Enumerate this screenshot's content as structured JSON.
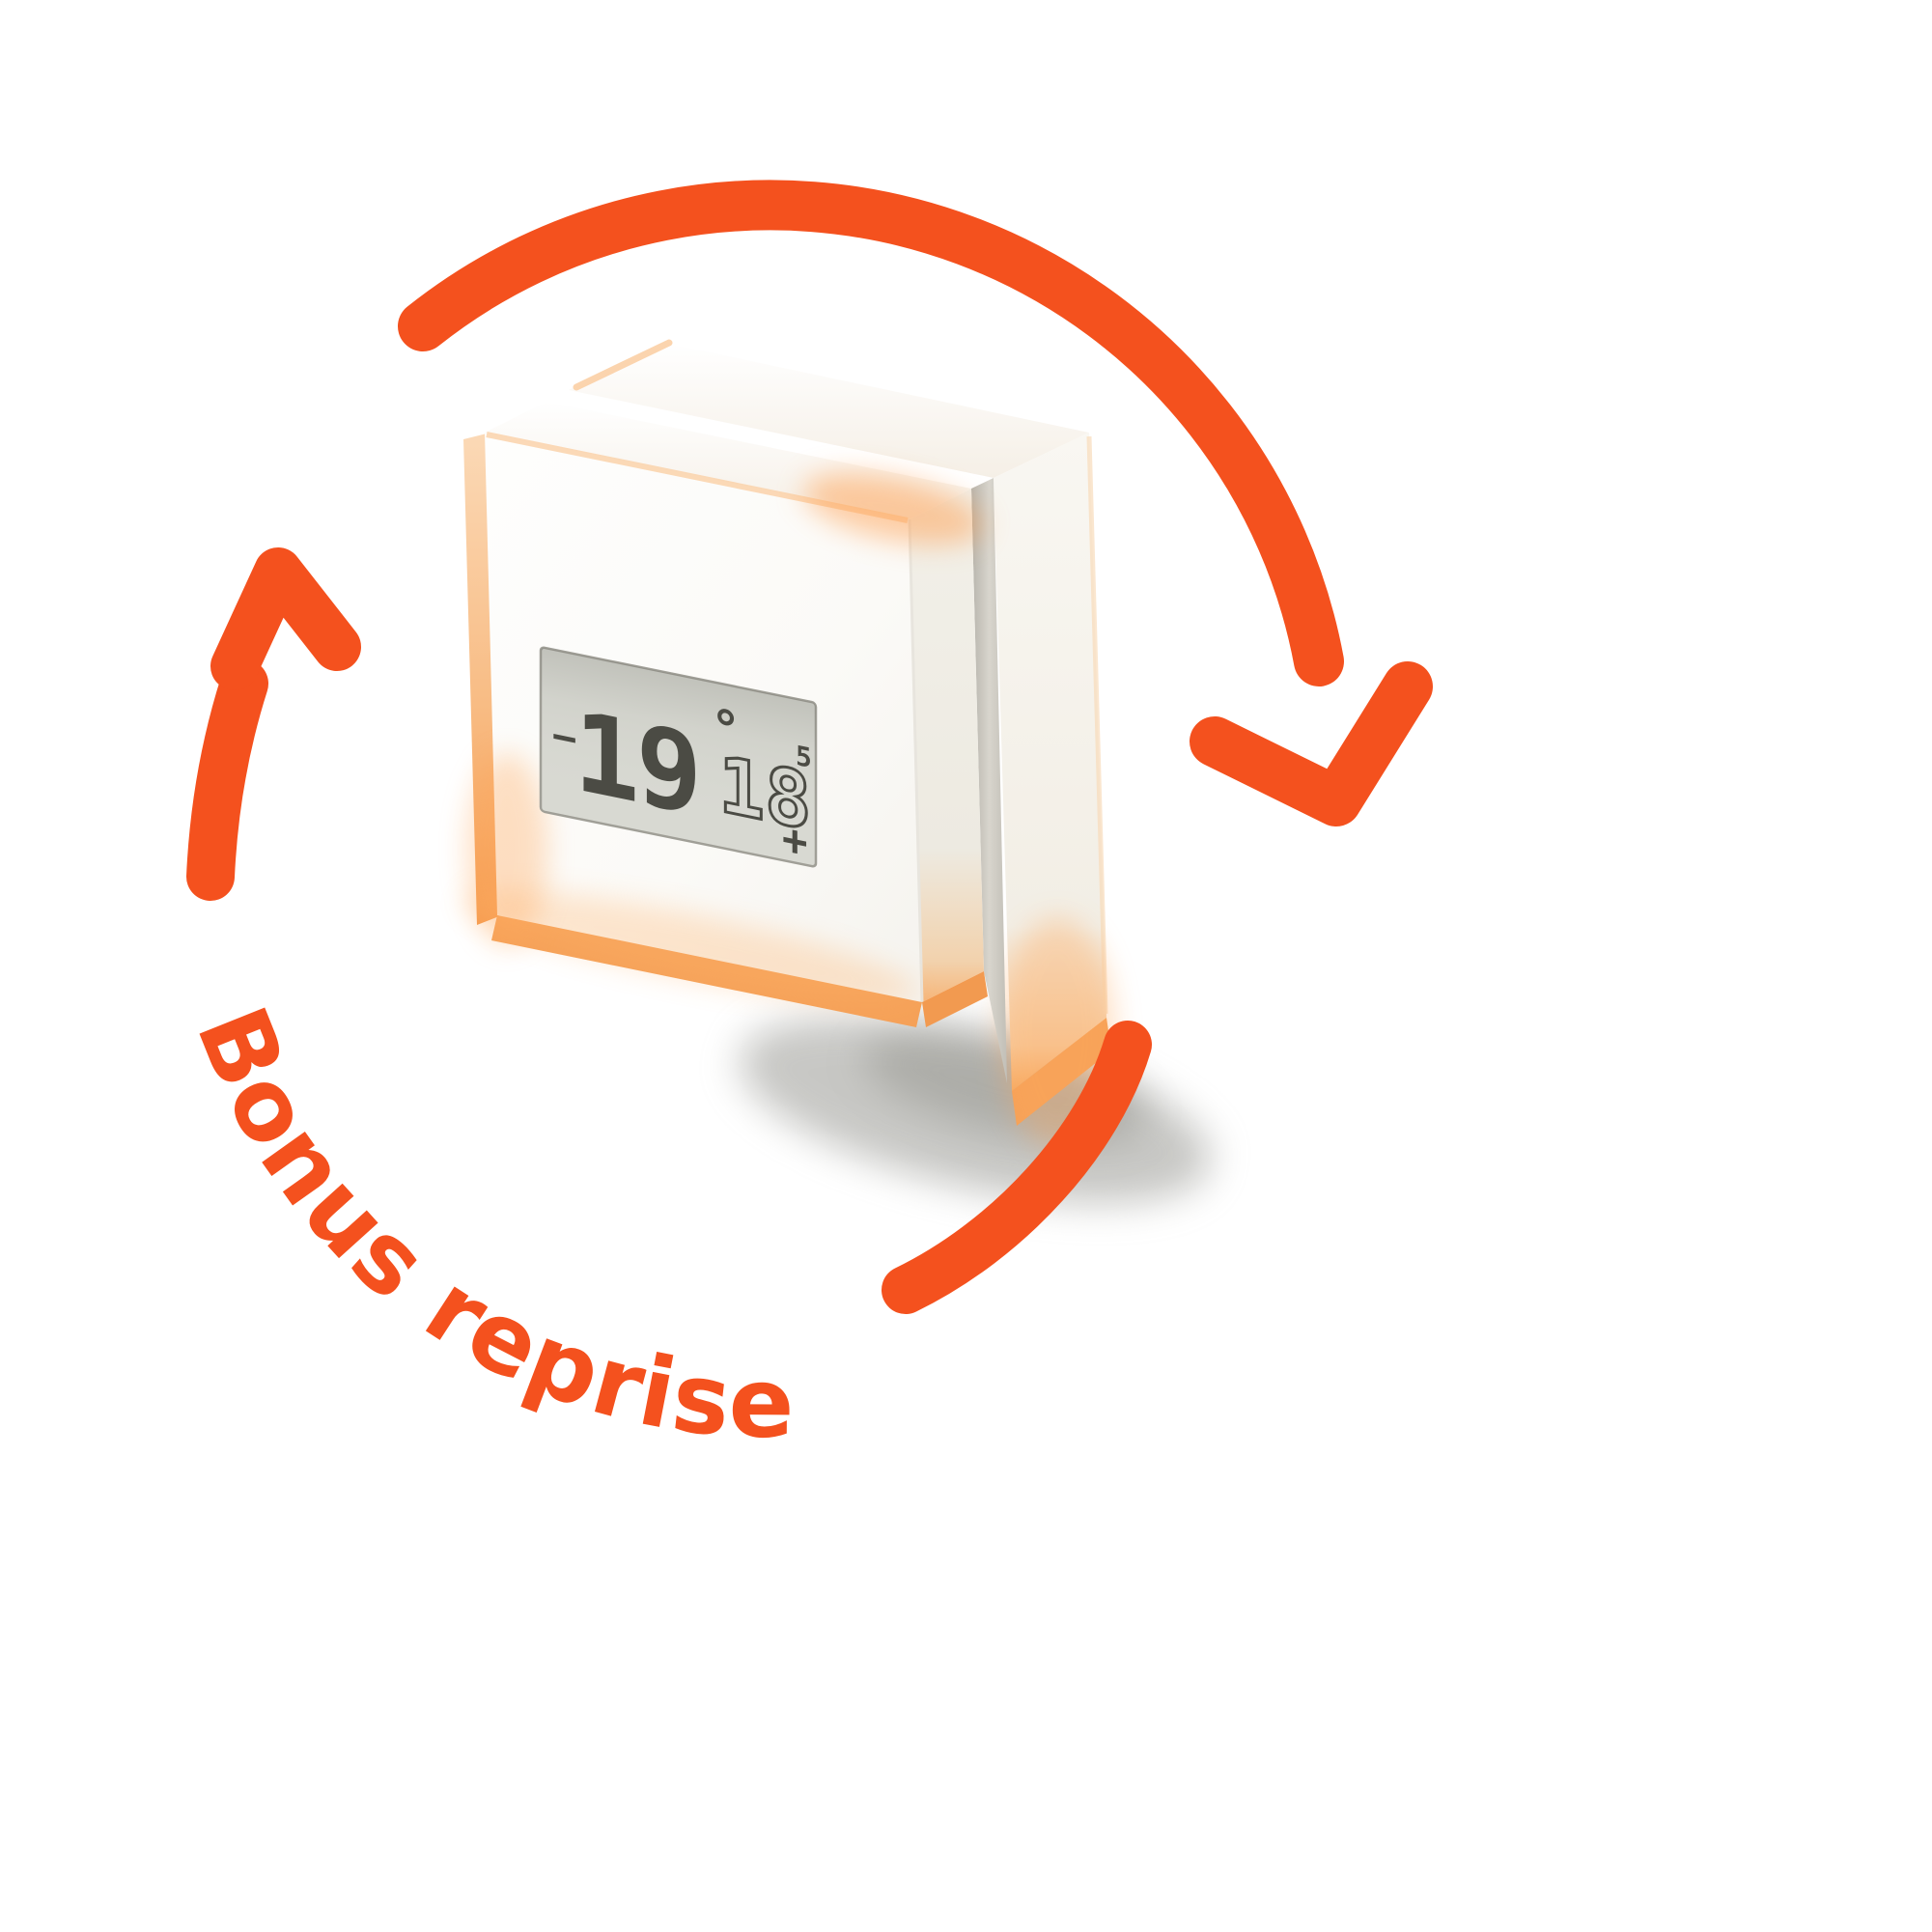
{
  "colors": {
    "background": "#ffffff",
    "accent_orange": "#f4511e",
    "glow_soft": "#f8c79b",
    "glow_strong": "#f5a158",
    "shadow": "#90908a",
    "lcd_background": "#d8d9d2",
    "lcd_digits": "#4b4b44",
    "device_white": "#fdfdfb"
  },
  "badge": {
    "label": "Bonus reprise"
  },
  "thermostat": {
    "display": {
      "minus": "−",
      "setpoint": "19",
      "degree": "°",
      "measured": "18",
      "measured_decimal": "5",
      "plus": "+"
    }
  }
}
